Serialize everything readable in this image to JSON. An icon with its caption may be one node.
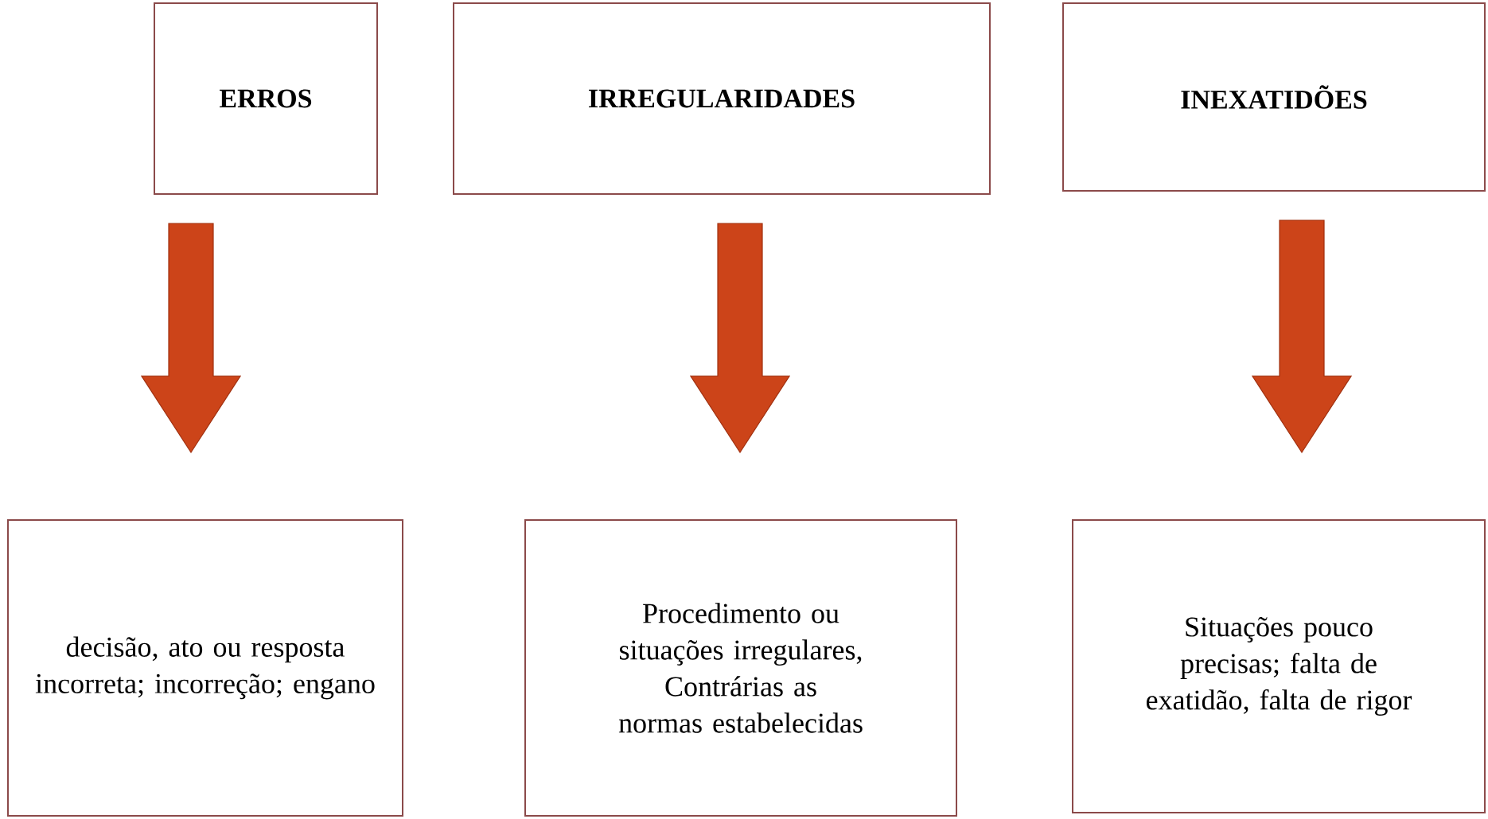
{
  "diagram": {
    "nodes": [
      {
        "text": [
          "ERROS"
        ]
      },
      {
        "text": [
          "IRREGULARIDADES"
        ]
      },
      {
        "text": [
          "INEXATIDÕES"
        ]
      },
      {
        "text": [
          "decisão, ato ou resposta incorreta; incorreção; engano"
        ]
      },
      {
        "text": [
          "Procedimento ou situações irregulares, Contrárias as normas estabelecidas"
        ]
      },
      {
        "text": [
          "Situações pouco precisas; falta de exatidão, falta de rigor"
        ]
      }
    ],
    "edges": [
      {
        "from": 0,
        "to": 3,
        "arrow": "to"
      },
      {
        "from": 1,
        "to": 4,
        "arrow": "to"
      },
      {
        "from": 2,
        "to": 5,
        "arrow": "to"
      }
    ]
  }
}
